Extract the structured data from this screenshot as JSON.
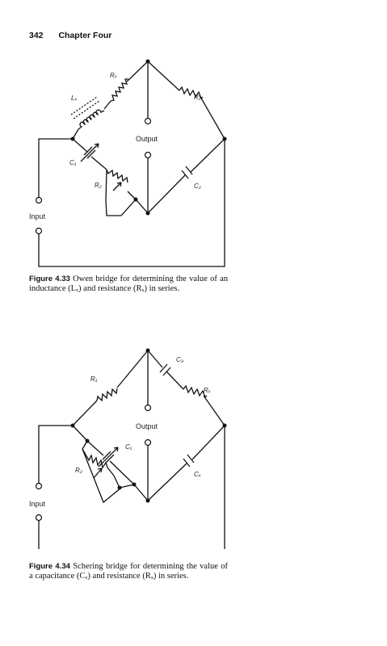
{
  "header": {
    "page_number": "342",
    "chapter": "Chapter Four"
  },
  "figure1": {
    "labels": {
      "rx": "Rₓ",
      "r1": "R₁",
      "lx": "Lₓ",
      "c1": "C₁",
      "r2": "R₂",
      "c2": "C₂",
      "output": "Output",
      "input": "Input"
    },
    "caption_label": "Figure 4.33",
    "caption_text": "Owen bridge for determining the value of an inductance (Lₓ) and resistance (Rₓ) in series."
  },
  "figure2": {
    "labels": {
      "r1": "R₁",
      "c3": "C₃",
      "rx": "Rₓ",
      "c1": "C₁",
      "r2": "R₂",
      "cx": "Cₓ",
      "output": "Output",
      "input": "Input"
    },
    "caption_label": "Figure 4.34",
    "caption_text": "Schering bridge for determining the value of a capacitance (Cₓ) and resistance (Rₓ) in series."
  }
}
